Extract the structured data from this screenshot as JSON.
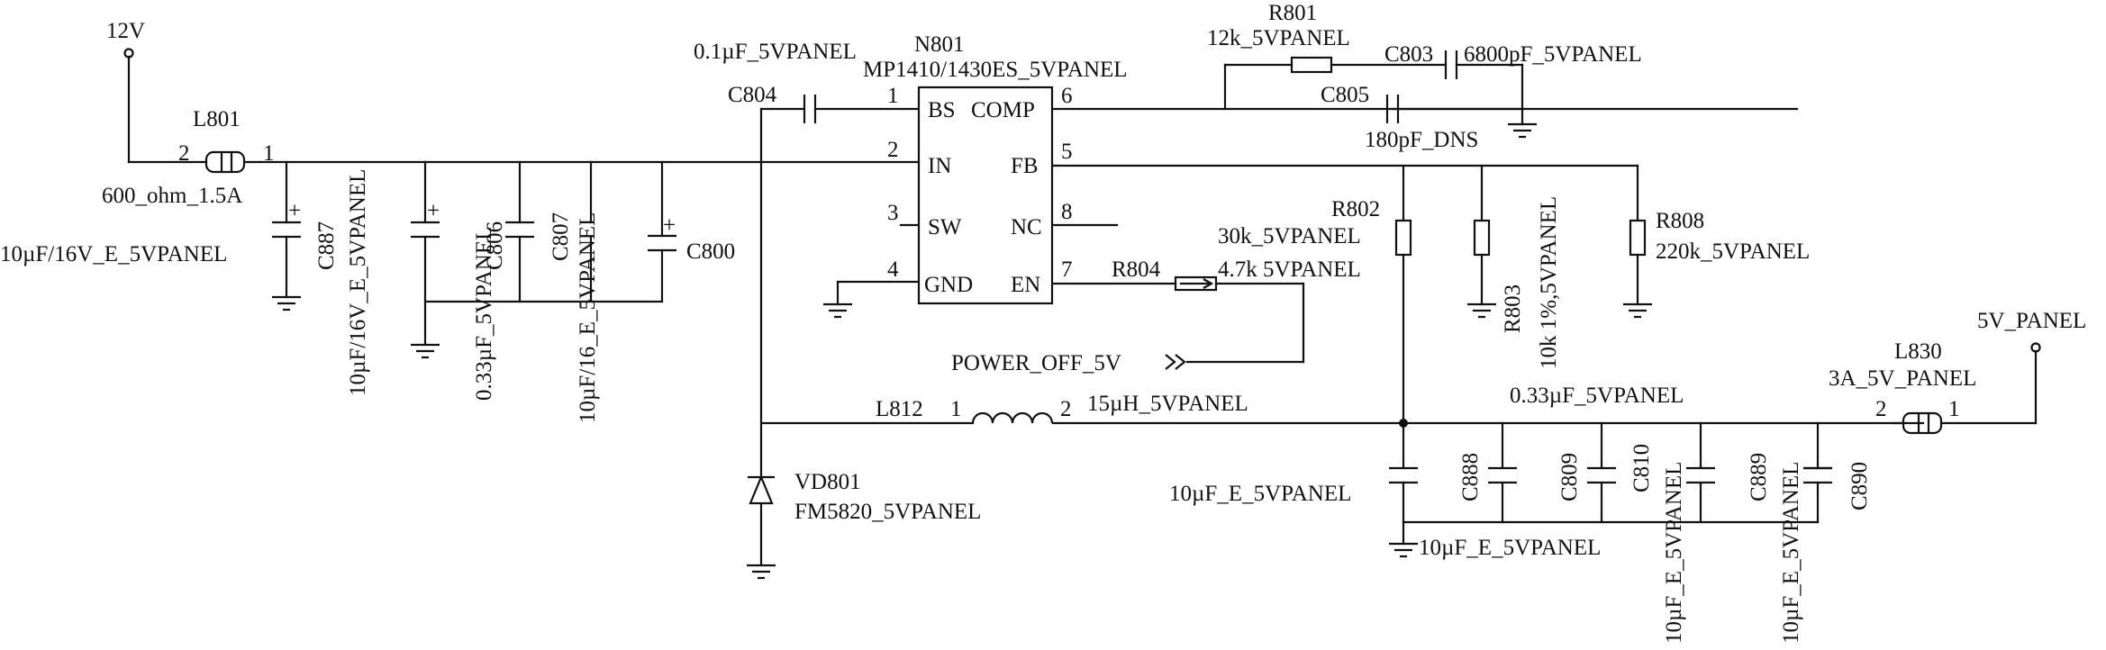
{
  "diagram": {
    "nets": {
      "vin": "12V",
      "vout": "5V_PANEL",
      "power_off": "POWER_OFF_5V"
    },
    "ic": {
      "ref": "N801",
      "part": "MP1410/1430ES_5VPANEL",
      "pins": [
        {
          "num": "1",
          "name": "BS"
        },
        {
          "num": "2",
          "name": "IN"
        },
        {
          "num": "3",
          "name": "SW"
        },
        {
          "num": "4",
          "name": "GND"
        },
        {
          "num": "5",
          "name": "FB"
        },
        {
          "num": "6",
          "name": "COMP"
        },
        {
          "num": "7",
          "name": "EN"
        },
        {
          "num": "8",
          "name": "NC"
        }
      ]
    },
    "components": {
      "L801": {
        "ref": "L801",
        "value": "600_ohm_1.5A",
        "pin_a": "2",
        "pin_b": "1"
      },
      "C887": {
        "ref": "C887",
        "value": "10µF/16V_E_5VPANEL",
        "value2": "10µF/16V_E_5VPANEL"
      },
      "C806": {
        "ref": "C806",
        "value": "0.33µF_5VPANEL"
      },
      "C807": {
        "ref": "C807",
        "value": "10µF/16_E_5VPANEL"
      },
      "C800": {
        "ref": "C800"
      },
      "C804": {
        "ref": "C804",
        "value": "0.1µF_5VPANEL"
      },
      "R801": {
        "ref": "R801",
        "value": "12k_5VPANEL"
      },
      "C803": {
        "ref": "C803",
        "value": "6800pF_5VPANEL"
      },
      "C805": {
        "ref": "C805",
        "value": "180pF_DNS"
      },
      "R802": {
        "ref": "R802",
        "value": "30k_5VPANEL"
      },
      "R803": {
        "ref": "R803",
        "value": "10k 1%,5VPANEL"
      },
      "R808": {
        "ref": "R808",
        "value": "220k_5VPANEL"
      },
      "R804": {
        "ref": "R804",
        "value": "4.7k 5VPANEL"
      },
      "L812": {
        "ref": "L812",
        "value": "15µH_5VPANEL",
        "pin_a": "1",
        "pin_b": "2"
      },
      "VD801": {
        "ref": "VD801",
        "value": "FM5820_5VPANEL"
      },
      "C888": {
        "ref": "C888",
        "value": "10µF_E_5VPANEL"
      },
      "C809": {
        "ref": "C809",
        "value": "10µF_E_5VPANEL"
      },
      "C810": {
        "ref": "C810",
        "value": "0.33µF_5VPANEL"
      },
      "C889": {
        "ref": "C889",
        "value": "10µF_E_5VPANEL"
      },
      "C890": {
        "ref": "C890",
        "value": "10µF_E_5VPANEL"
      },
      "L830": {
        "ref": "L830",
        "value": "3A_5V_PANEL",
        "pin_a": "2",
        "pin_b": "1"
      }
    }
  }
}
